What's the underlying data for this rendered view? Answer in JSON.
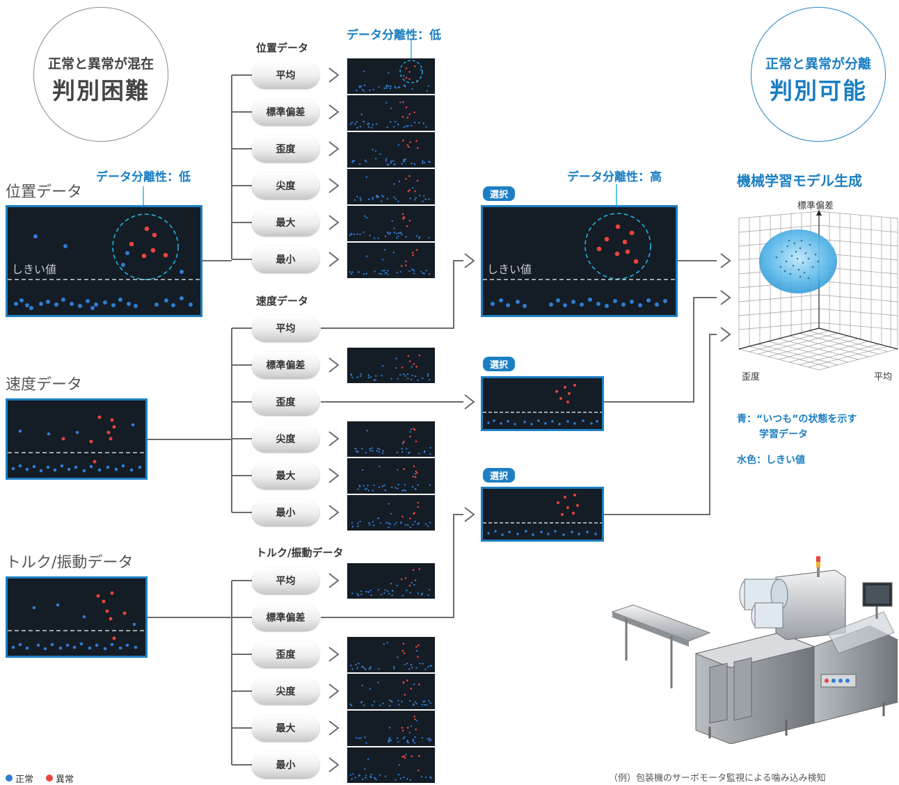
{
  "left_circle": {
    "line1": "正常と異常が混在",
    "line2": "判別困難"
  },
  "right_circle": {
    "line1": "正常と異常が分離",
    "line2": "判別可能"
  },
  "left_section": {
    "separability_label": "データ分離性：低",
    "threshold_label": "しきい値",
    "data_labels": [
      "位置データ",
      "速度データ",
      "トルク/振動データ"
    ]
  },
  "groups": [
    {
      "label": "位置データ",
      "separability_label": "データ分離性：低",
      "features": [
        "平均",
        "標準偏差",
        "歪度",
        "尖度",
        "最大",
        "最小"
      ]
    },
    {
      "label": "速度データ",
      "features": [
        "平均",
        "標準偏差",
        "歪度",
        "尖度",
        "最大",
        "最小"
      ]
    },
    {
      "label": "トルク/振動データ",
      "features": [
        "平均",
        "標準偏差",
        "歪度",
        "尖度",
        "最大",
        "最小"
      ]
    }
  ],
  "selected": {
    "tag": "選択",
    "separability_label": "データ分離性：高",
    "threshold_label": "しきい値"
  },
  "ml_model": {
    "title": "機械学習モデル生成",
    "axis_top": "標準偏差",
    "axis_left": "歪度",
    "axis_right": "平均",
    "note_blue_line1": "青：“いつも”の状態を示す",
    "note_blue_line2": "学習データ",
    "note_cyan": "水色：しきい値"
  },
  "legend": {
    "normal": "正常",
    "abnormal": "異常"
  },
  "colors": {
    "normal": "#2f7dd3",
    "abnormal": "#e8453c",
    "accent": "#1d7fc3",
    "threshold": "#1fb6e6"
  },
  "caption": "（例）包装機のサーボモータ監視による噛み込み検知"
}
